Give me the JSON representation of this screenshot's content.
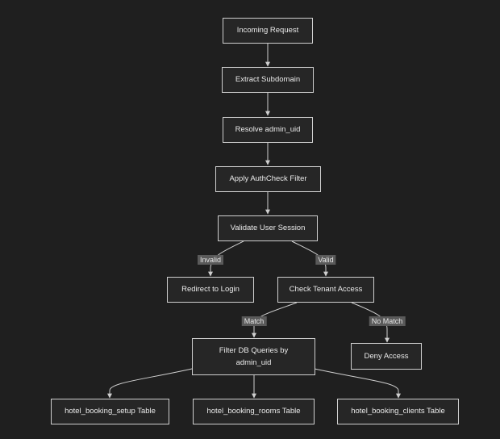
{
  "diagram": {
    "nodes": {
      "incoming_request": "Incoming Request",
      "extract_subdomain": "Extract Subdomain",
      "resolve_admin_uid": "Resolve admin_uid",
      "apply_authcheck_filter": "Apply AuthCheck Filter",
      "validate_user_session": "Validate User Session",
      "redirect_to_login": "Redirect to Login",
      "check_tenant_access": "Check Tenant Access",
      "filter_db_queries": "Filter DB Queries by admin_uid",
      "deny_access": "Deny Access",
      "hotel_booking_setup": "hotel_booking_setup Table",
      "hotel_booking_rooms": "hotel_booking_rooms Table",
      "hotel_booking_clients": "hotel_booking_clients Table"
    },
    "edge_labels": {
      "invalid": "Invalid",
      "valid": "Valid",
      "match": "Match",
      "no_match": "No Match"
    },
    "colors": {
      "background": "#1f1f1f",
      "node_border": "#cfcfcf",
      "edge": "#cfcfcf",
      "edge_label_bg": "#5a5a5a"
    }
  }
}
